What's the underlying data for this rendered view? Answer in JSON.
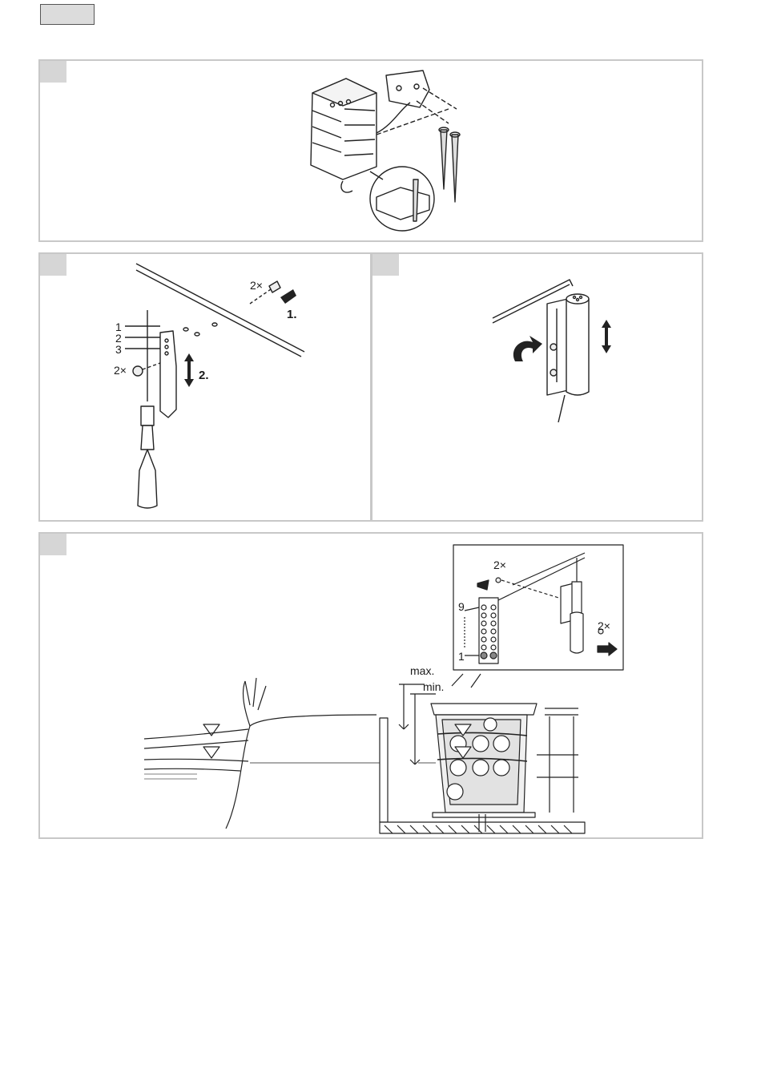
{
  "panel2": {
    "count_label": "2×",
    "step1": "1.",
    "step2": "2.",
    "nut_count": "2×",
    "hole_labels": [
      "1",
      "2",
      "3"
    ]
  },
  "panel4": {
    "max_label": "max.",
    "min_label": "min.",
    "screw_count": "2×",
    "nut_count": "2×",
    "pos_top": "9",
    "pos_bottom": "1"
  }
}
